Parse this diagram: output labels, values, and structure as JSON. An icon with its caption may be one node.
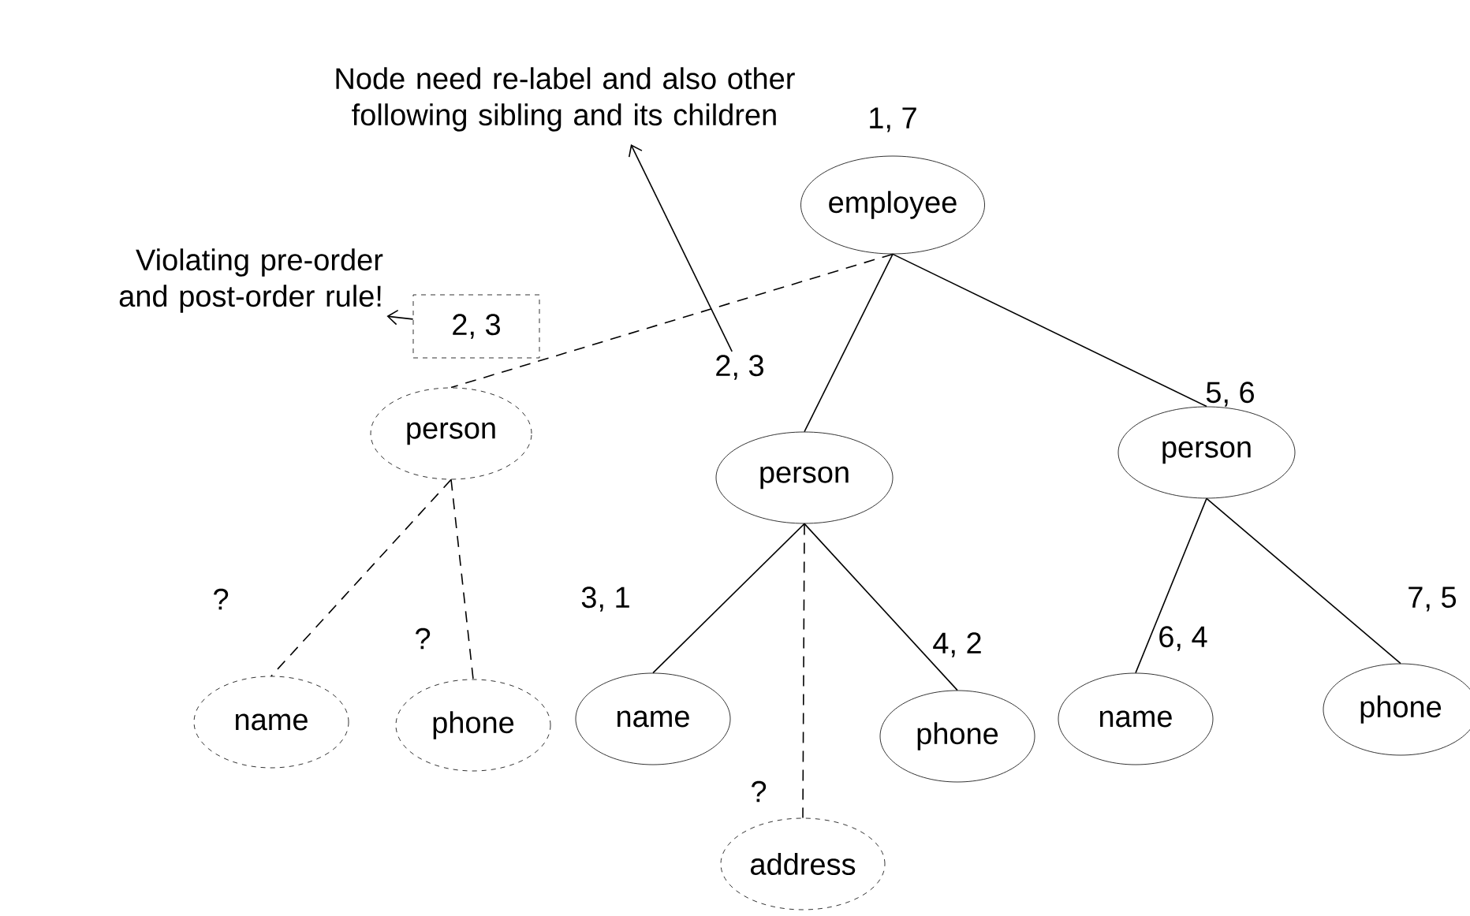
{
  "diagram": {
    "nodes": [
      {
        "text": [
          "employee"
        ],
        "beside": [
          "1, 7"
        ]
      },
      {
        "text": [
          "person"
        ]
      },
      {
        "text": [
          "name"
        ],
        "beside": [
          "?"
        ]
      },
      {
        "text": [
          "phone"
        ],
        "beside": [
          "?"
        ]
      },
      {
        "text": [
          "person"
        ]
      },
      {
        "text": [
          "name"
        ],
        "beside": [
          "3, 1"
        ]
      },
      {
        "text": [
          "phone"
        ],
        "beside": [
          "4, 2"
        ]
      },
      {
        "text": [
          "address"
        ],
        "beside": [
          "?"
        ]
      },
      {
        "text": [
          "person"
        ],
        "beside": [
          "5, 6"
        ]
      },
      {
        "text": [
          "name"
        ],
        "beside": [
          "6, 4"
        ]
      },
      {
        "text": [
          "phone"
        ],
        "beside": [
          "7, 5"
        ]
      },
      {
        "text": [
          "Violating pre-order and post-order rule!"
        ]
      },
      {
        "text": [
          "2, 3"
        ]
      },
      {
        "text": [
          "Node need re-label and also other following sibling and its children"
        ]
      },
      {
        "text": [
          "2, 3"
        ]
      }
    ],
    "edges": [
      {
        "from": 0,
        "to": 1,
        "arrow": "none",
        "style": "dashed"
      },
      {
        "from": 1,
        "to": 2,
        "arrow": "none",
        "style": "dashed"
      },
      {
        "from": 1,
        "to": 3,
        "arrow": "none",
        "style": "dashed"
      },
      {
        "from": 0,
        "to": 4,
        "arrow": "none"
      },
      {
        "from": 4,
        "to": 5,
        "arrow": "none"
      },
      {
        "from": 4,
        "to": 7,
        "arrow": "none",
        "style": "dashed"
      },
      {
        "from": 4,
        "to": 6,
        "arrow": "none"
      },
      {
        "from": 0,
        "to": 8,
        "arrow": "none"
      },
      {
        "from": 8,
        "to": 9,
        "arrow": "none"
      },
      {
        "from": 8,
        "to": 10,
        "arrow": "none"
      },
      {
        "from": 12,
        "to": 11,
        "arrow": "to"
      },
      {
        "from": 14,
        "to": 13,
        "arrow": "to"
      }
    ]
  }
}
